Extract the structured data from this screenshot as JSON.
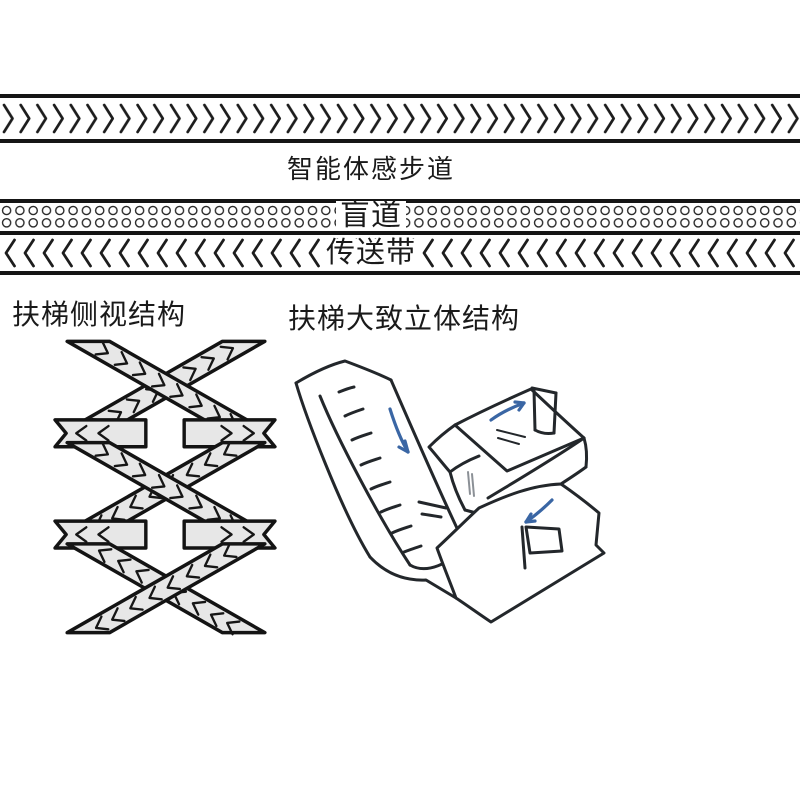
{
  "colors": {
    "background": "#ffffff",
    "ink": "#1a1a1a",
    "band_fill": "#e7e7e7",
    "arrow_blue": "#3a66a4"
  },
  "walkway_diagram": {
    "smart_walkway_label": "智能体感步道",
    "smart_walkway_pattern_icon": "chevrons-right-pattern",
    "blind_path_label": "盲道",
    "blind_path_pattern_icon": "tactile-dots-pattern",
    "conveyor_label": "传送带",
    "conveyor_pattern_icon": "chevrons-left-pattern"
  },
  "sketch_titles": {
    "side_view": "扶梯侧视结构",
    "iso_view": "扶梯大致立体结构"
  },
  "sketch_icons": {
    "side_view": "crisscross-escalator-lattice-sketch",
    "iso_view": "escalator-3d-sketch",
    "arrows": [
      "down-ramp-arrow",
      "up-exit-arrow",
      "down-entry-arrow"
    ]
  }
}
